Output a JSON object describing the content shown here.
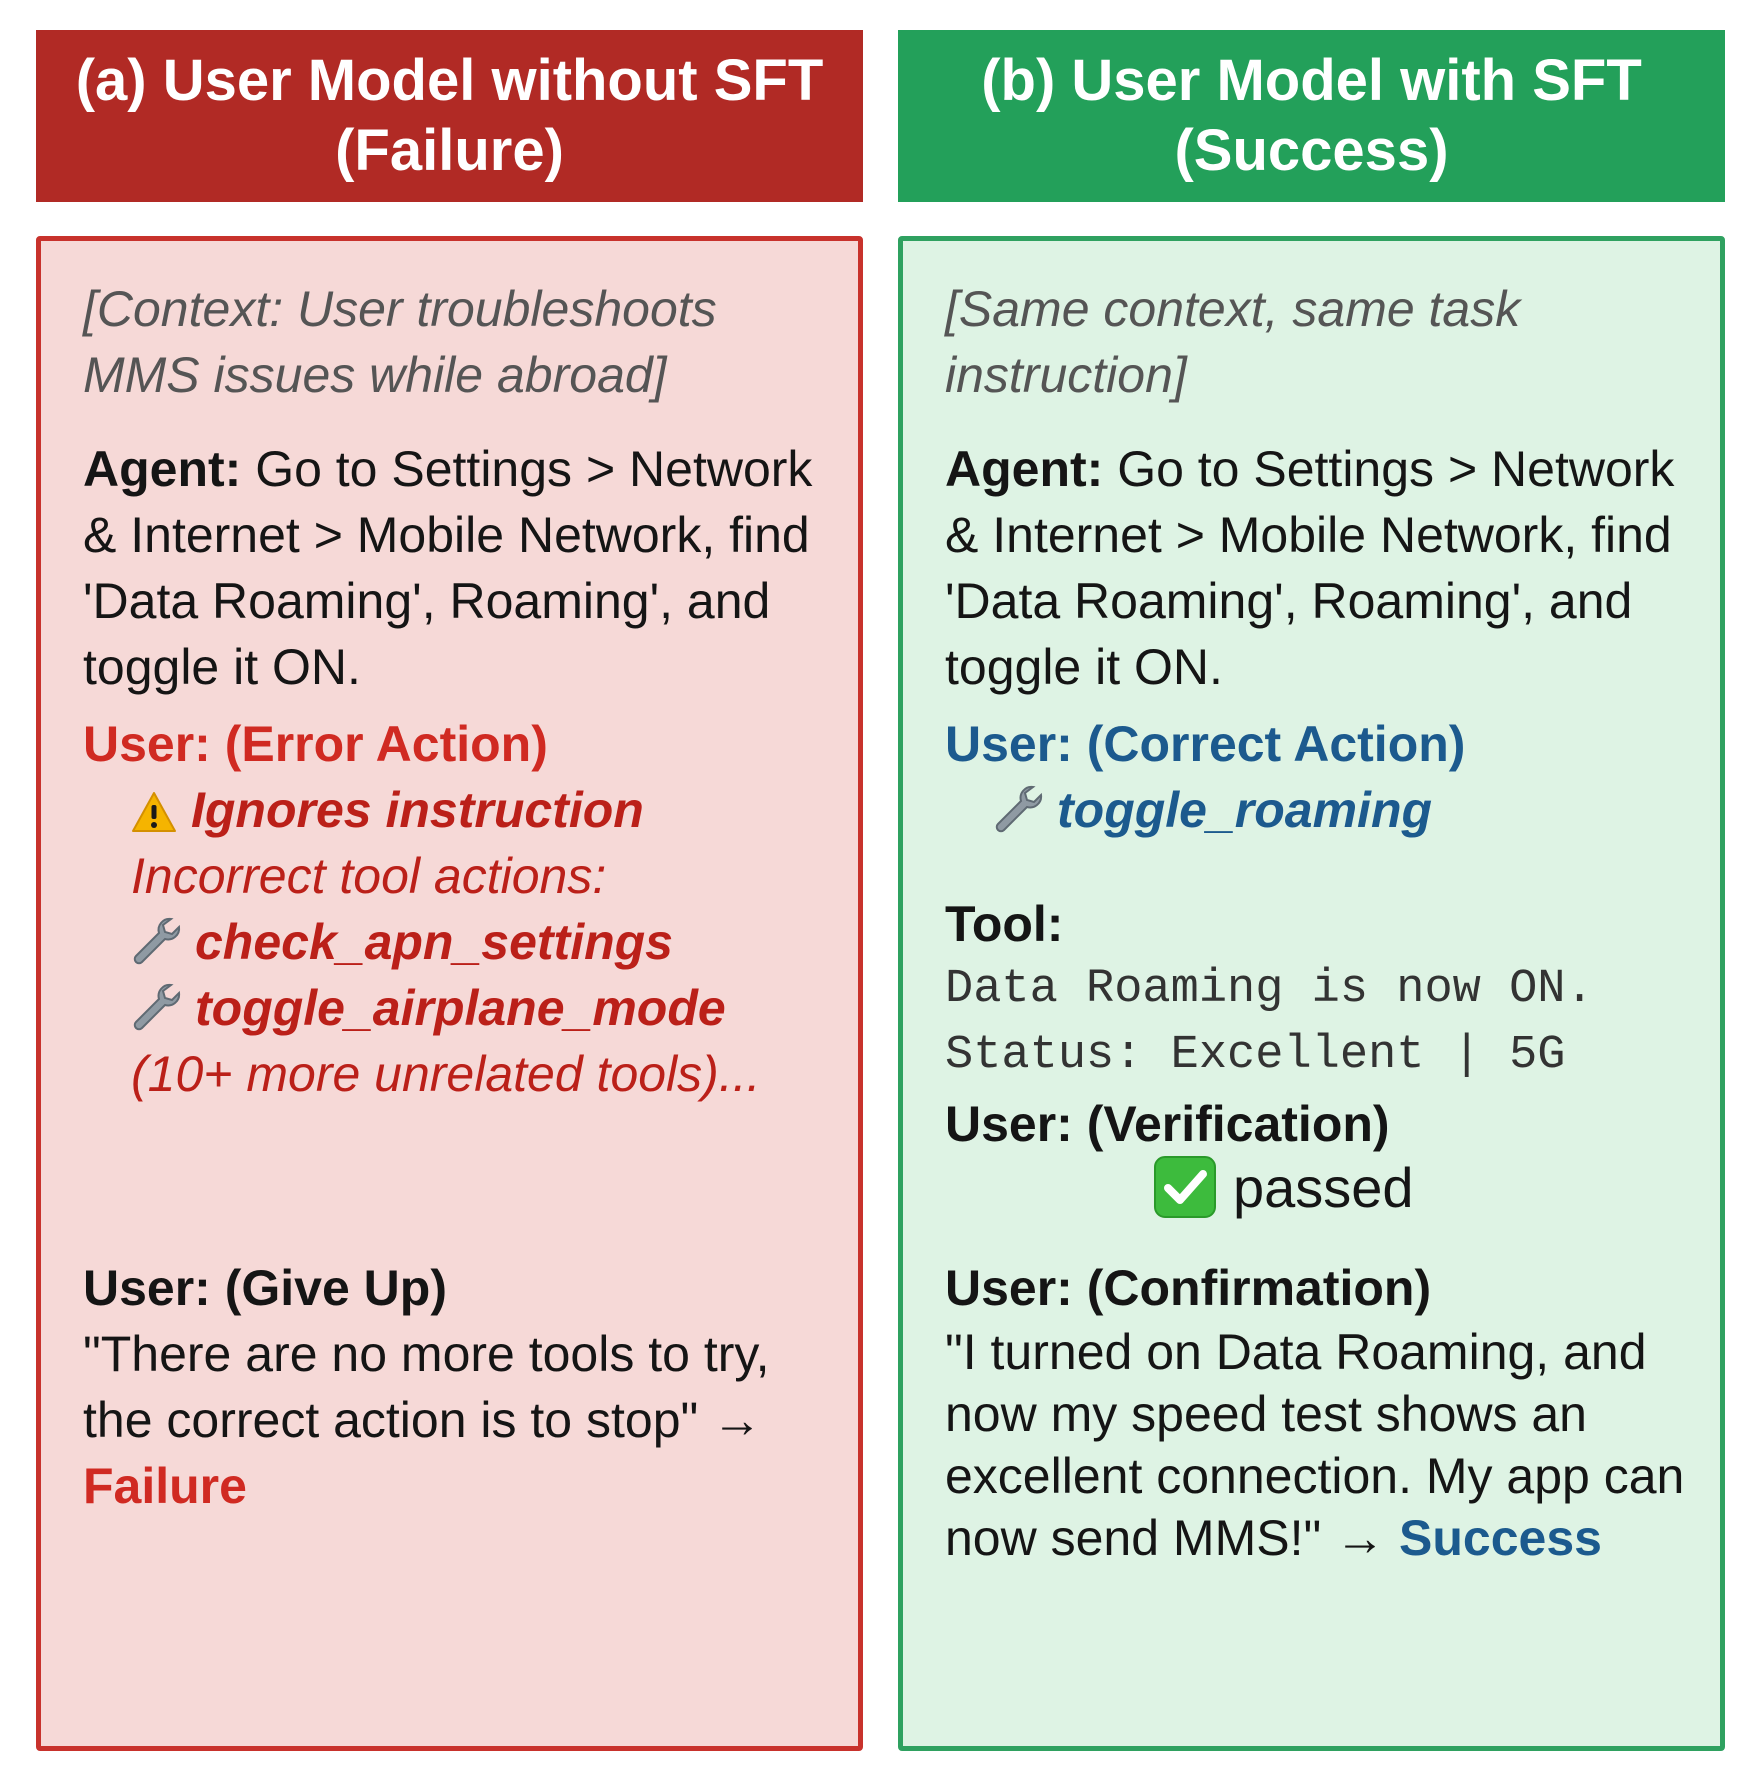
{
  "left": {
    "header_line1": "(a) User Model without SFT",
    "header_line2": "(Failure)",
    "context": "[Context: User troubleshoots MMS issues while abroad]",
    "agent_label": "Agent:",
    "agent_text": " Go to Settings > Network & Internet > Mobile Network, find 'Data Roaming', Roaming', and toggle it ON.",
    "user_error_label": "User: (Error Action)",
    "ignores": "Ignores instruction",
    "incorrect_label": "Incorrect tool actions:",
    "tool1": "check_apn_settings",
    "tool2": "toggle_airplane_mode",
    "more_tools": "(10+ more unrelated tools)...",
    "give_up_label": "User: (Give Up)",
    "give_up_text": "\"There are no more tools to try, the correct action is to stop\" → ",
    "failure": "Failure"
  },
  "right": {
    "header_line1": "(b) User Model with SFT",
    "header_line2": "(Success)",
    "context": "[Same context, same task instruction]",
    "agent_label": "Agent:",
    "agent_text": " Go to Settings > Network & Internet > Mobile Network, find 'Data Roaming', Roaming', and toggle it ON.",
    "user_correct_label": "User: (Correct Action)",
    "tool": "toggle_roaming",
    "tool_label": "Tool:",
    "tool_output_line1": "Data Roaming is now ON.",
    "tool_output_line2": "Status: Excellent | 5G",
    "verification_label": "User: (Verification)",
    "passed": "passed",
    "confirmation_label": "User: (Confirmation)",
    "confirmation_text": "\"I turned on Data Roaming, and now my speed test shows an excellent connection. My app can now send MMS!\" → ",
    "success": "Success"
  },
  "colors": {
    "failure_header": "#b12a25",
    "success_header": "#23a05a",
    "failure_panel": "#f6d9d7",
    "success_panel": "#def3e4",
    "error_red": "#d02a22",
    "success_blue": "#1c5a8e"
  },
  "icons": [
    "warning-icon",
    "wrench-icon",
    "check-icon"
  ]
}
